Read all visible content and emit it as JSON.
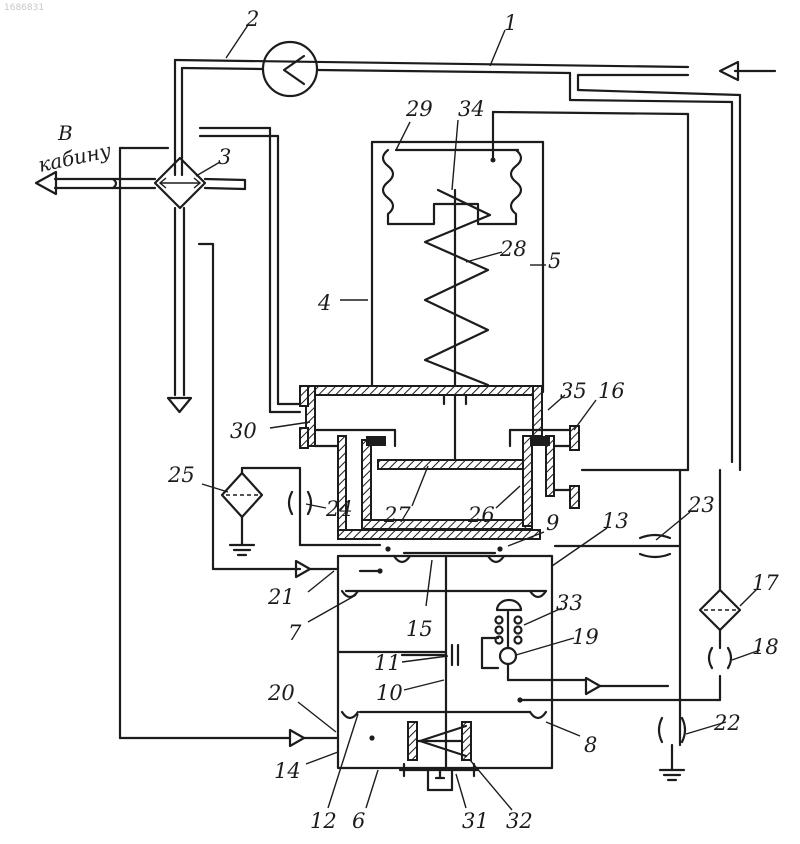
{
  "watermark": "1686831",
  "caption": {
    "line1": "В",
    "line2": "кабину"
  },
  "labels": {
    "l1": "1",
    "l2": "2",
    "l3": "3",
    "l4": "4",
    "l5": "5",
    "l6": "6",
    "l7": "7",
    "l8": "8",
    "l9": "9",
    "l10": "10",
    "l11": "11",
    "l12": "12",
    "l13": "13",
    "l14": "14",
    "l15": "15",
    "l16": "16",
    "l17": "17",
    "l18": "18",
    "l19": "19",
    "l20": "20",
    "l21": "21",
    "l22": "22",
    "l23": "23",
    "l24": "24",
    "l25": "25",
    "l26": "26",
    "l27": "27",
    "l28": "28",
    "l29": "29",
    "l30": "30",
    "l31": "31",
    "l32": "32",
    "l33": "33",
    "l34": "34",
    "l35": "35"
  }
}
